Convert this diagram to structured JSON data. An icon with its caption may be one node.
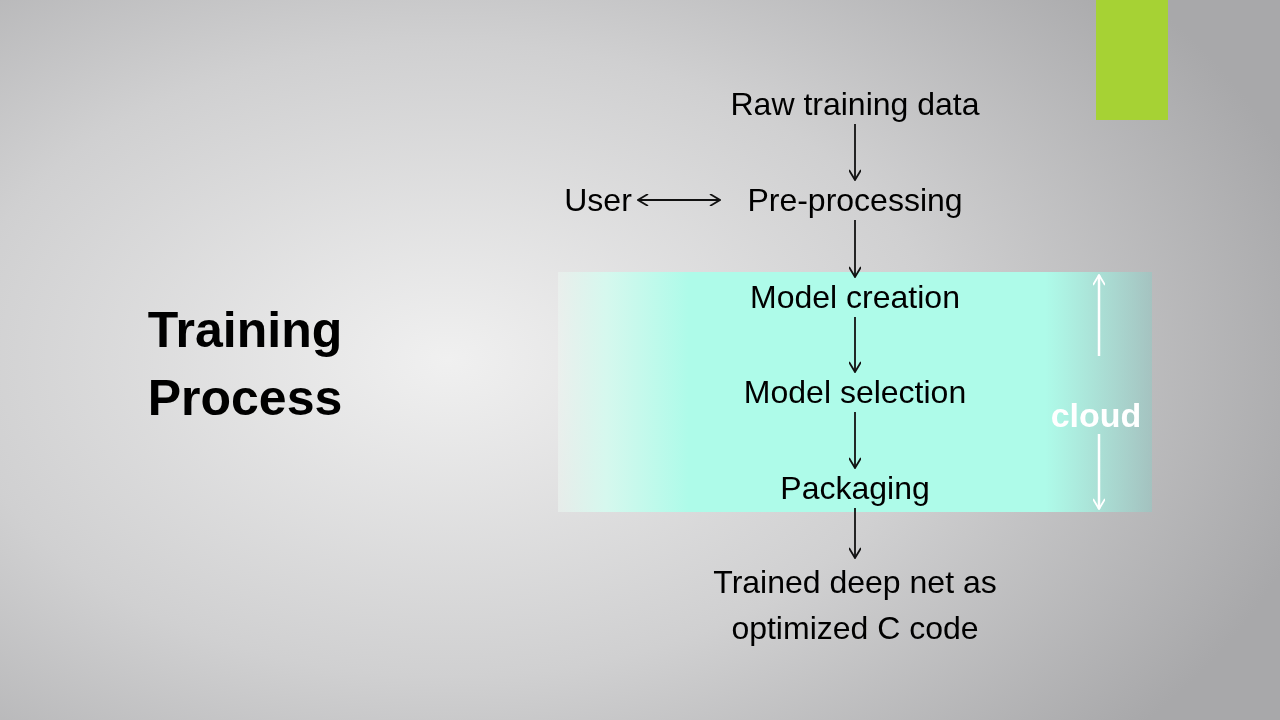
{
  "diagram": {
    "title": "Training Process",
    "nodes": [
      {
        "text": [
          "Raw training data"
        ]
      },
      {
        "text": [
          "User"
        ]
      },
      {
        "text": [
          "Pre-processing"
        ]
      },
      {
        "text": [
          "cloud"
        ]
      },
      {
        "text": [
          "Model creation"
        ],
        "in": 3
      },
      {
        "text": [
          "Model selection"
        ],
        "in": 3
      },
      {
        "text": [
          "Packaging"
        ],
        "in": 3
      },
      {
        "text": [
          "Trained deep net as optimized C code"
        ]
      }
    ],
    "edges": [
      {
        "from": 0,
        "to": 2,
        "arrow": "to"
      },
      {
        "from": 1,
        "to": 2,
        "arrow": "both"
      },
      {
        "from": 2,
        "to": 4,
        "arrow": "to"
      },
      {
        "from": 4,
        "to": 5,
        "arrow": "to"
      },
      {
        "from": 5,
        "to": 6,
        "arrow": "to"
      },
      {
        "from": 6,
        "to": 7,
        "arrow": "to"
      }
    ]
  }
}
